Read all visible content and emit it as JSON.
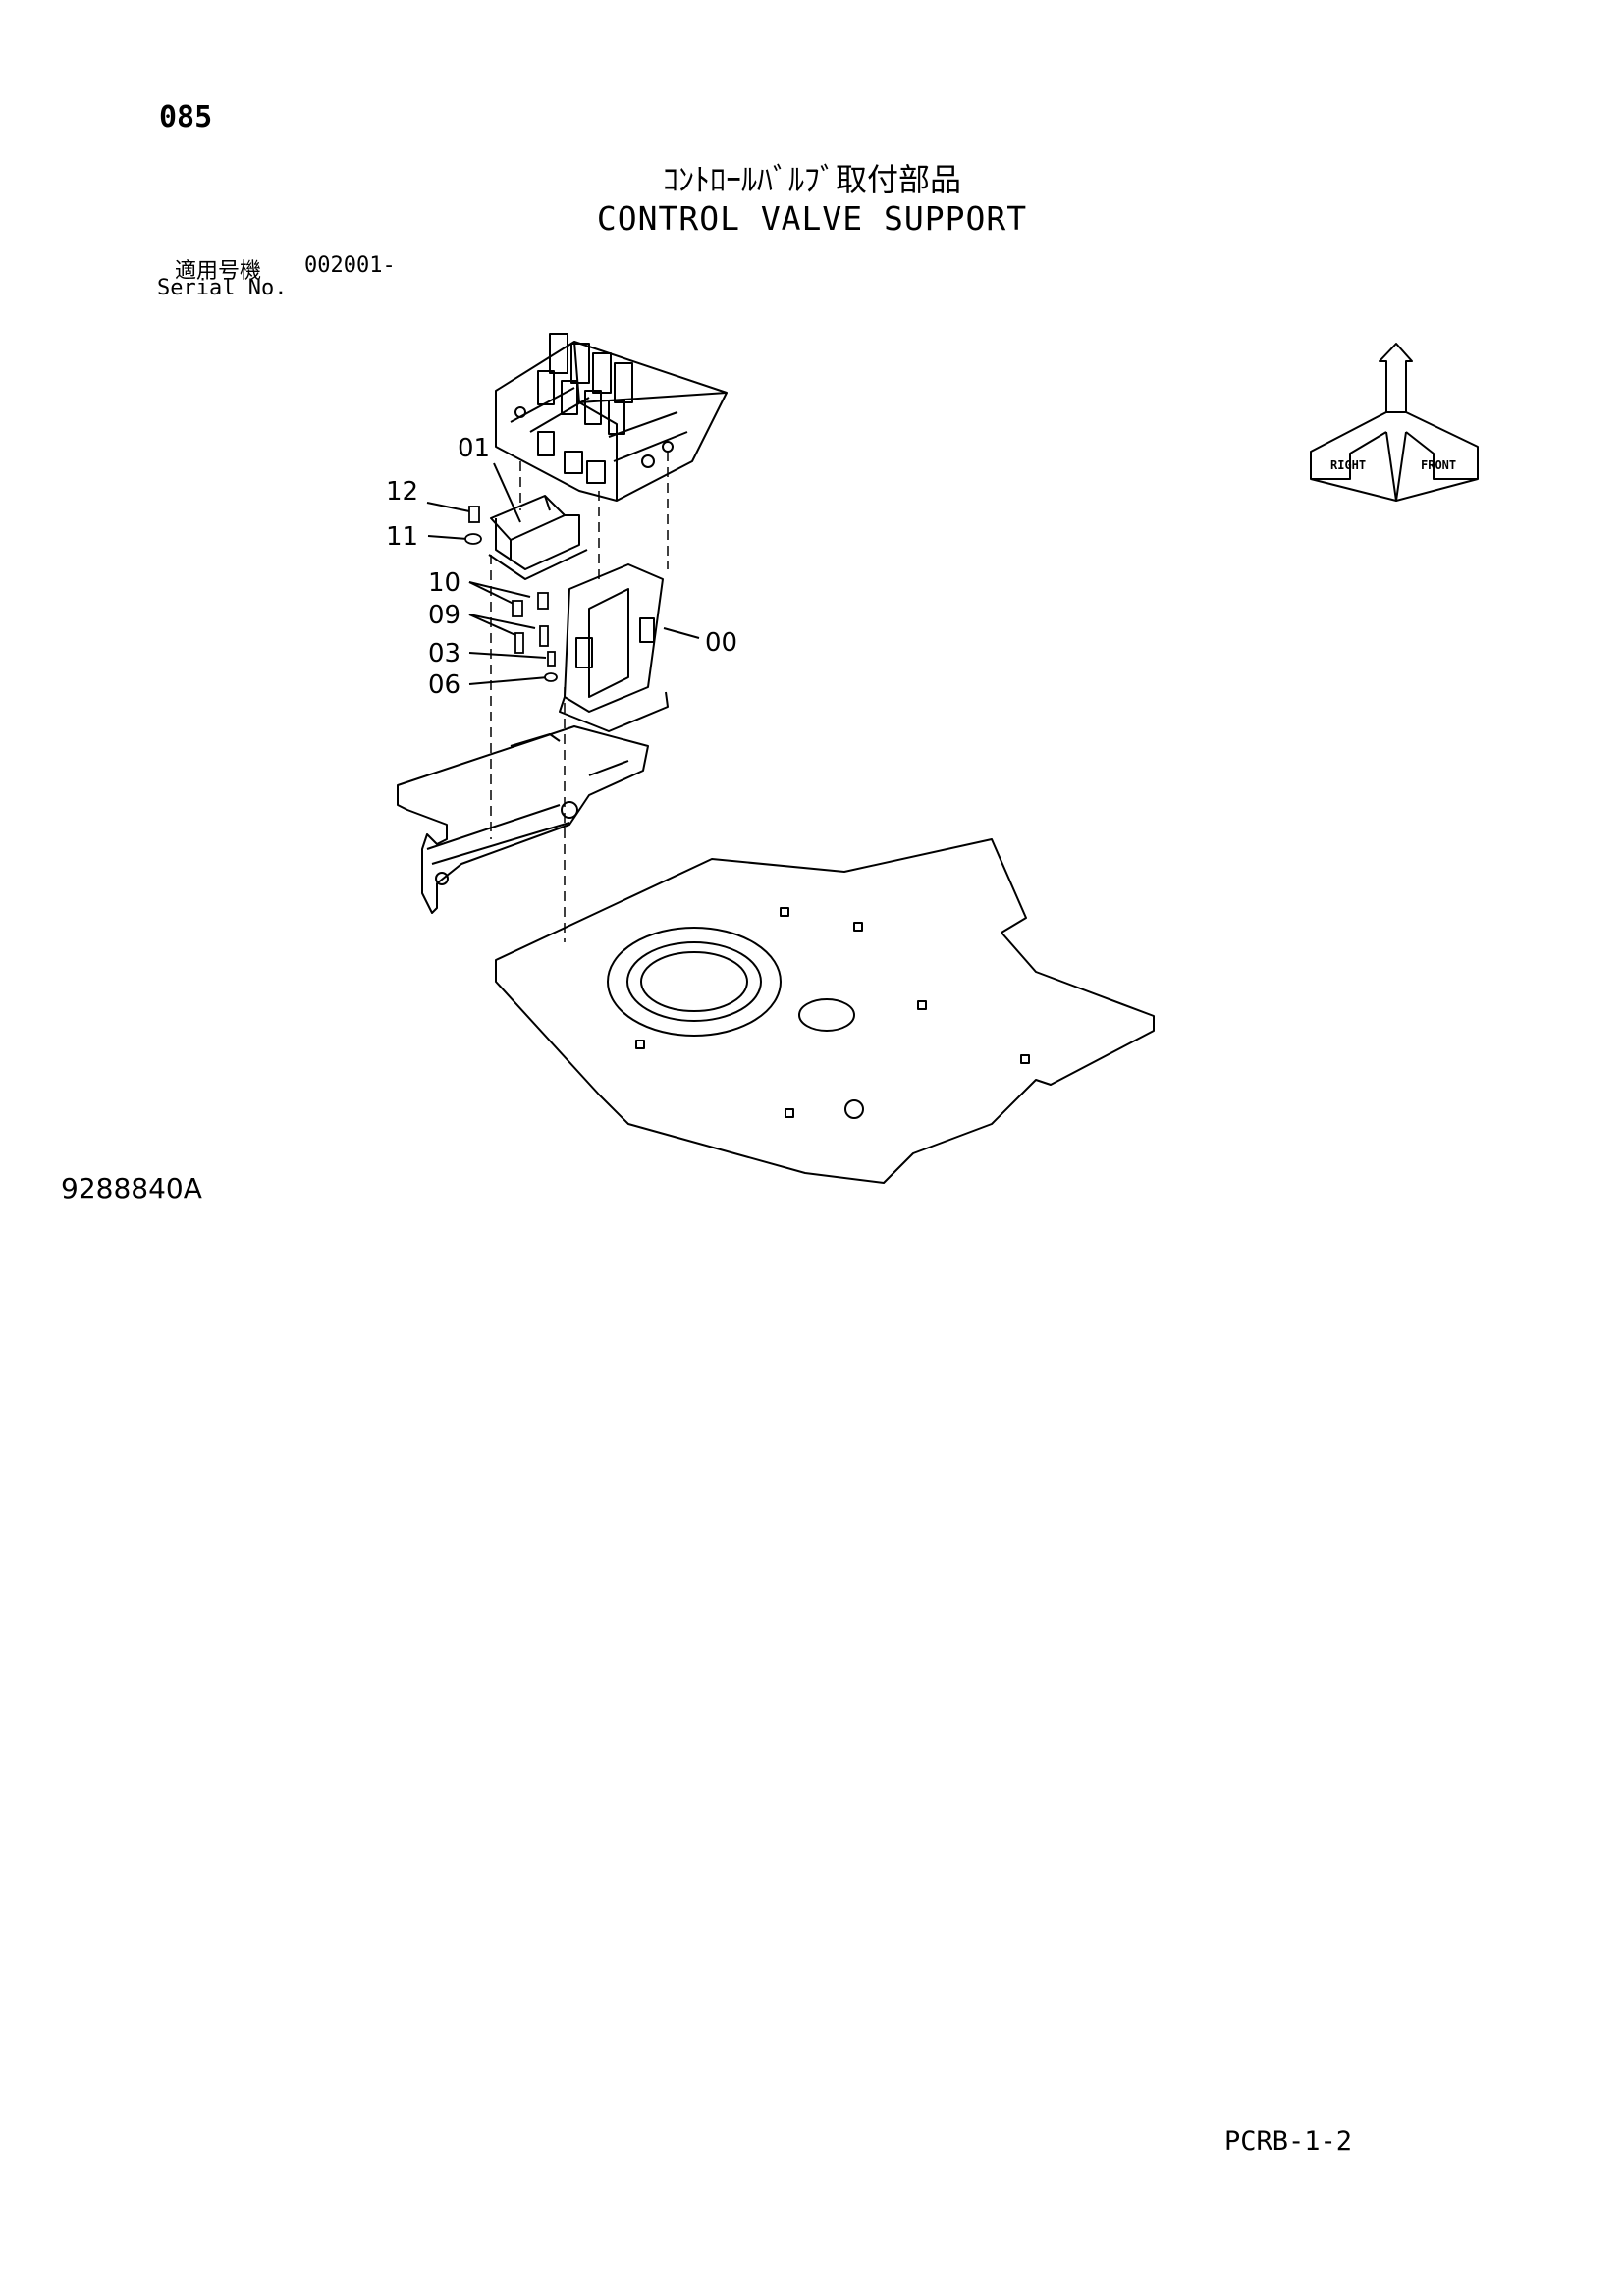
{
  "page": {
    "page_number": "085",
    "title_jp": "ｺﾝﾄﾛｰﾙﾊﾞﾙﾌﾞ取付部品",
    "title_en": "CONTROL VALVE SUPPORT",
    "serial_label_jp": "適用号機",
    "serial_value": "002001-",
    "serial_label_en": "Serial No.",
    "drawing_number": "9288840A",
    "page_code": "PCRB-1-2"
  },
  "callouts": [
    "01",
    "12",
    "11",
    "10",
    "09",
    "03",
    "06",
    "00"
  ],
  "orientation": {
    "labels": [
      "RIGHT",
      "FRONT"
    ]
  }
}
